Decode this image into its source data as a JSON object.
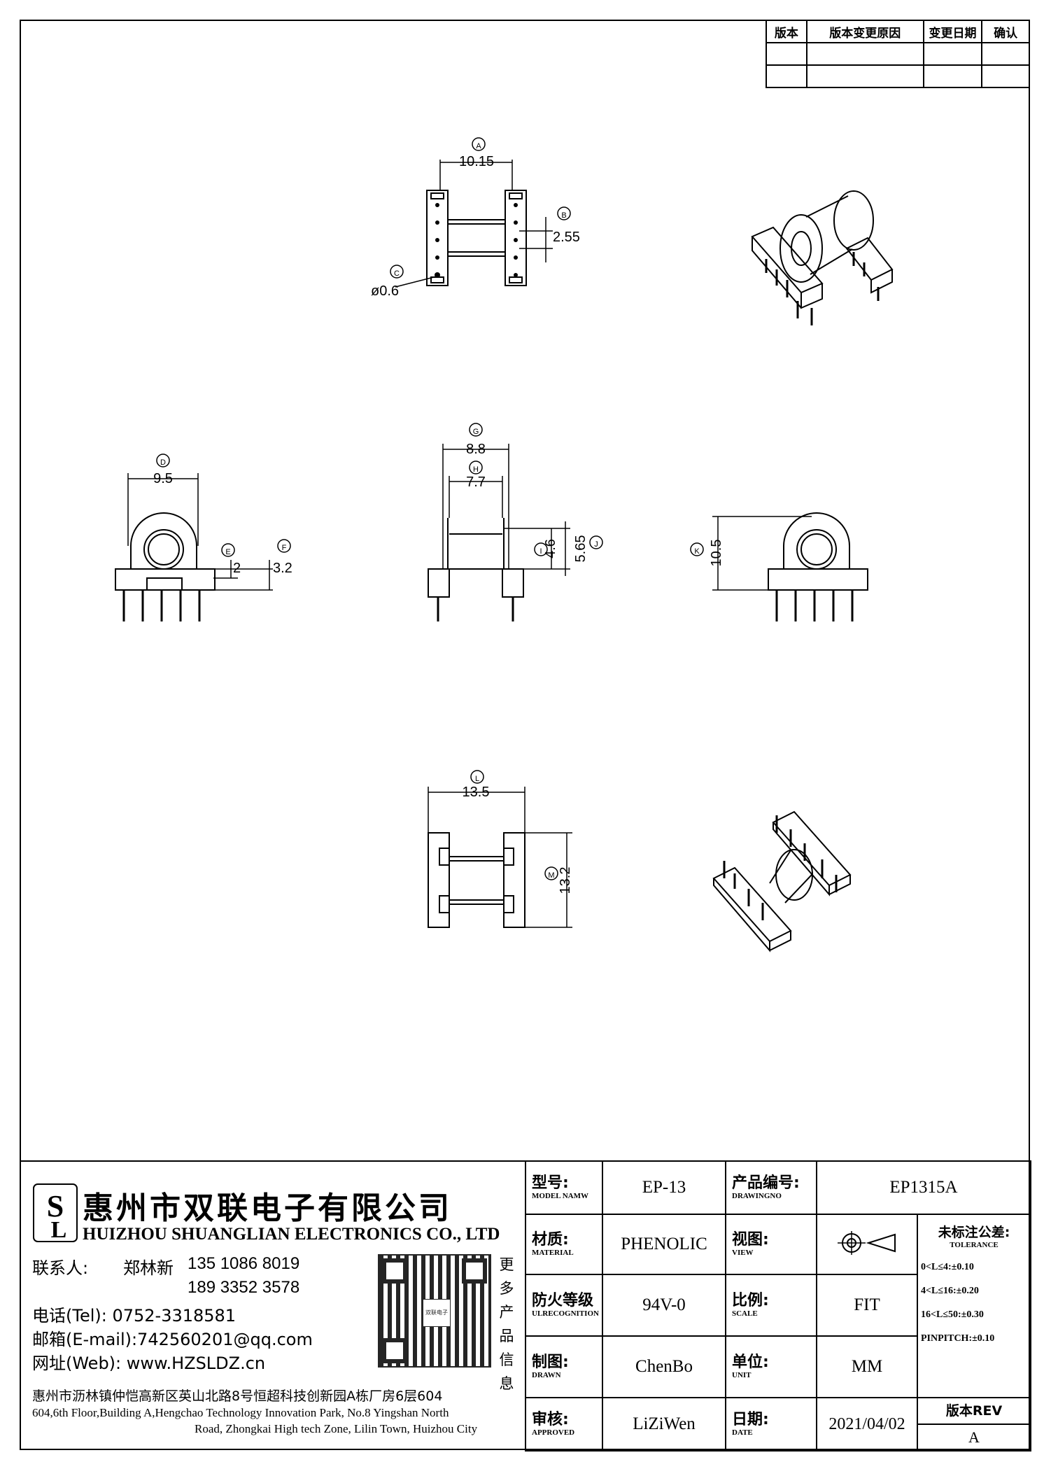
{
  "revision_table": {
    "headers": [
      "版本",
      "版本变更原因",
      "变更日期",
      "确认"
    ]
  },
  "dimensions": {
    "A": {
      "callout": "A",
      "value": "10.15"
    },
    "B": {
      "callout": "B",
      "value": "2.55"
    },
    "C": {
      "callout": "C",
      "value": "ø0.6"
    },
    "D": {
      "callout": "D",
      "value": "9.5"
    },
    "E": {
      "callout": "E",
      "value": "2"
    },
    "F": {
      "callout": "F",
      "value": "3.2"
    },
    "G": {
      "callout": "G",
      "value": "8.8"
    },
    "H": {
      "callout": "H",
      "value": "7.7"
    },
    "I": {
      "callout": "I",
      "value": "4.6"
    },
    "J": {
      "callout": "J",
      "value": "5.65"
    },
    "K": {
      "callout": "K",
      "value": "10.5"
    },
    "L": {
      "callout": "L",
      "value": "13.5"
    },
    "M": {
      "callout": "M",
      "value": "13.2"
    }
  },
  "company": {
    "cn_name": "惠州市双联电子有限公司",
    "en_name": "HUIZHOU SHUANGLIAN ELECTRONICS CO., LTD",
    "contact_label": "联系人:",
    "contact_name": "郑林新",
    "phone1": "135 1086 8019",
    "phone2": "189 3352 3578",
    "tel": "电话(Tel): 0752-3318581",
    "email": "邮箱(E-mail):742560201@qq.com",
    "web": "网址(Web): www.HZSLDZ.cn",
    "address_cn": "惠州市沥林镇仲恺高新区英山北路8号恒超科技创新园A栋厂房6层604",
    "address_en1": "604,6th Floor,Building A,Hengchao Technology Innovation Park, No.8 Yingshan North",
    "address_en2": "Road, Zhongkai High tech Zone, Lilin Town, Huizhou City",
    "qr_side_text": "更多产品信息",
    "qr_center": "双联电子"
  },
  "title_block": {
    "model_label": "型号:",
    "model_sub": "MODEL NAMW",
    "model_value": "EP-13",
    "drawing_label": "产品编号:",
    "drawing_sub": "DRAWINGNO",
    "drawing_value": "EP1315A",
    "material_label": "材质:",
    "material_sub": "MATERIAL",
    "material_value": "PHENOLIC",
    "view_label": "视图:",
    "view_sub": "VIEW",
    "tolerance_label": "未标注公差:",
    "tolerance_sub": "TOLERANCE",
    "tolerance_lines": [
      "0<L≤4:±0.10",
      "4<L≤16:±0.20",
      "16<L≤50:±0.30",
      "PINPITCH:±0.10"
    ],
    "fire_label": "防火等级",
    "fire_sub": "ULRECOGNITION",
    "fire_value": "94V-0",
    "scale_label": "比例:",
    "scale_sub": "SCALE",
    "scale_value": "FIT",
    "drawn_label": "制图:",
    "drawn_sub": "DRAWN",
    "drawn_value": "ChenBo",
    "unit_label": "单位:",
    "unit_sub": "UNIT",
    "unit_value": "MM",
    "approved_label": "审核:",
    "approved_sub": "APPROVED",
    "approved_value": "LiZiWen",
    "date_label": "日期:",
    "date_sub": "DATE",
    "date_value": "2021/04/02",
    "rev_label": "版本REV",
    "rev_value": "A"
  }
}
